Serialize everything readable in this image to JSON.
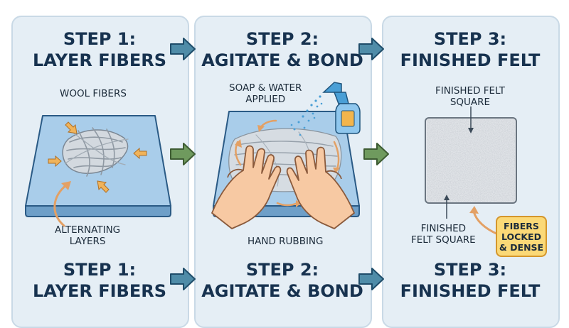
{
  "steps": [
    {
      "title_line1": "STEP 1:",
      "title_line2": "LAYER FIBERS"
    },
    {
      "title_line1": "STEP 2:",
      "title_line2": "AGITATE & BOND"
    },
    {
      "title_line1": "STEP 3:",
      "title_line2": "FINISHED FELT"
    }
  ],
  "labels": {
    "wool_fibers": "WOOL FIBERS",
    "alternating_line1": "ALTERNATING",
    "alternating_line2": "LAYERS",
    "soap_line1": "SOAP & WATER",
    "soap_line2": "APPLIED",
    "hand_rubbing": "HAND RUBBING",
    "felt_top_line1": "FINISHED FELT",
    "felt_top_line2": "SQUARE",
    "felt_bottom_line1": "FINISHED",
    "felt_bottom_line2": "FELT SQUARE",
    "badge_line1": "FIBERS",
    "badge_line2": "LOCKED",
    "badge_line3": "& DENSE"
  },
  "colors": {
    "panel_bg": "#e5eef5",
    "title_text": "#17324f",
    "arrow_top_bottom": "#4f8ca8",
    "arrow_middle": "#6f9a5e",
    "badge_bg": "#fbd977",
    "callout_arrow": "#e3a064"
  },
  "icons": [
    "wool-fiber-bundle-icon",
    "mat-icon",
    "spray-bottle-icon",
    "hand-icon",
    "felt-square-icon",
    "arrow-right-icon"
  ]
}
